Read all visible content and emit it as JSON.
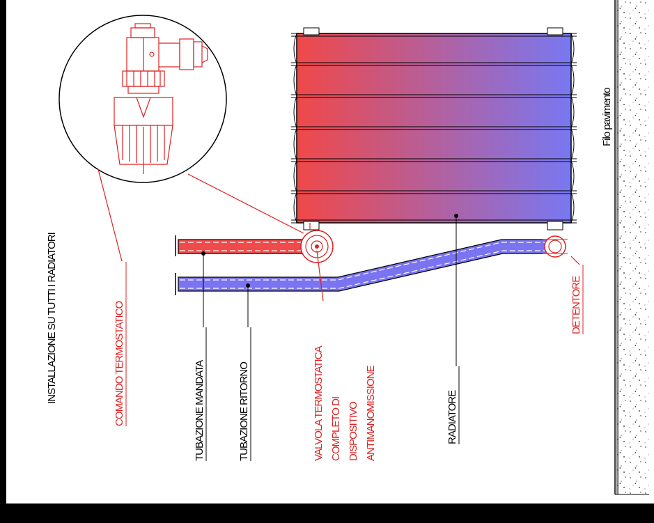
{
  "title": "INSTALLAZIONE SU TUTTI I RADIATORI",
  "labels": {
    "comando": "COMANDO TERMOSTATICO",
    "mandata": "TUBAZIONE MANDATA",
    "ritorno": "TUBAZIONE RITORNO",
    "valvola": [
      "VALVOLA TERMOSTATICA",
      "COMPLETO DI",
      "DISPOSITIVO",
      "ANTIMANOMISSIONE"
    ],
    "radiatore": "RADIATORE",
    "detentore": "DETENTORE",
    "filo": "Filo pavimento"
  },
  "colors": {
    "hot": "#f04a4a",
    "cold": "#7b74f0",
    "callout": "#e02020",
    "ink": "#000000"
  }
}
